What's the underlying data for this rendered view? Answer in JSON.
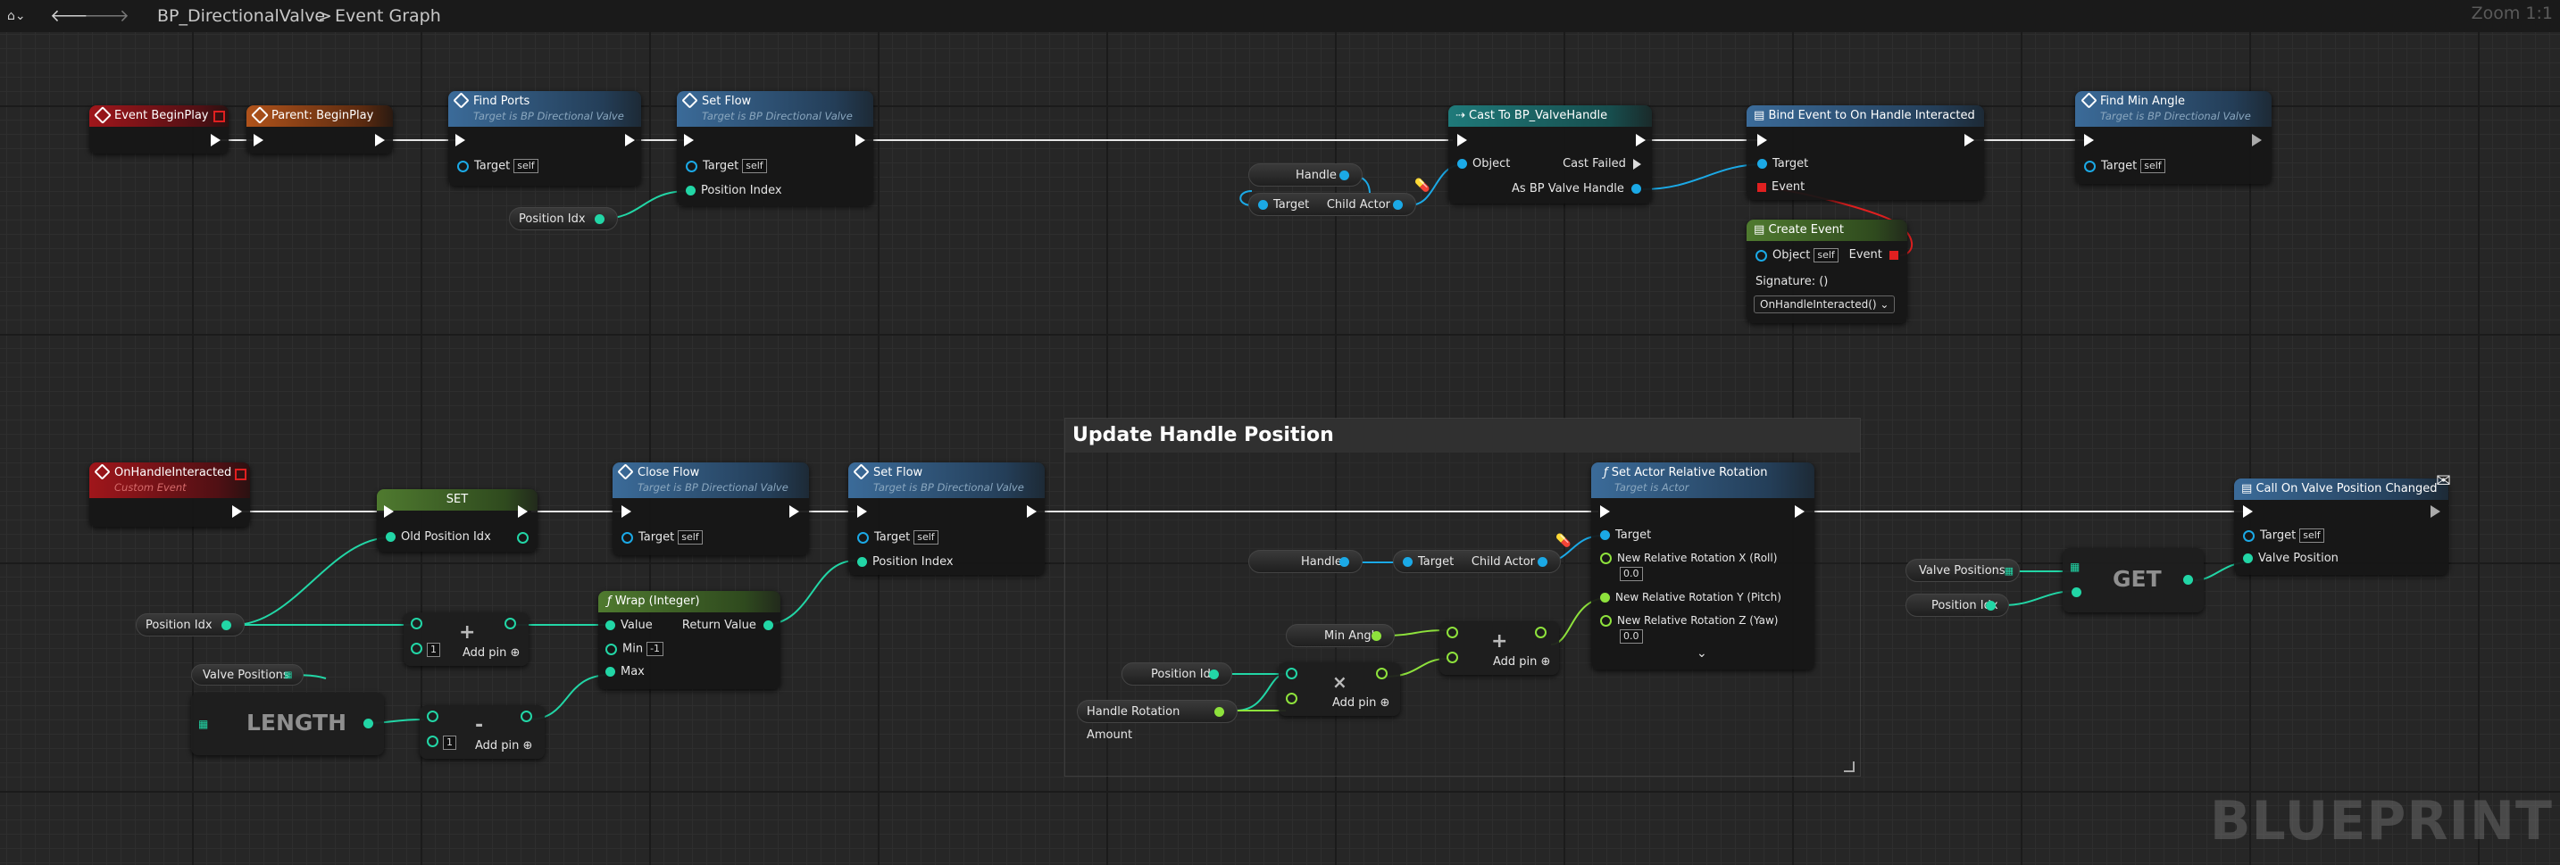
{
  "toolbar": {
    "graph_name": "BP_DirectionalValve",
    "separator": ">",
    "graph_tab": "Event Graph",
    "zoom": "Zoom 1:1"
  },
  "watermark": "BLUEPRINT",
  "comment": {
    "title": "Update Handle Position"
  },
  "nodes": {
    "begin_play": {
      "title": "Event BeginPlay"
    },
    "parent_begin_play": {
      "title": "Parent: BeginPlay"
    },
    "find_ports": {
      "title": "Find Ports",
      "subtitle": "Target is BP Directional Valve",
      "target": "Target",
      "self": "self"
    },
    "set_flow_1": {
      "title": "Set Flow",
      "subtitle": "Target is BP Directional Valve",
      "target": "Target",
      "self": "self",
      "position_index": "Position Index"
    },
    "position_idx_var_1": {
      "label": "Position Idx"
    },
    "handle_var_1": {
      "label": "Handle"
    },
    "child_actor_1": {
      "target": "Target",
      "child_actor": "Child Actor"
    },
    "cast": {
      "title": "Cast To BP_ValveHandle",
      "object": "Object",
      "cast_failed": "Cast Failed",
      "as_handle": "As BP Valve Handle"
    },
    "bind_event": {
      "title": "Bind Event to On Handle Interacted",
      "target": "Target",
      "event": "Event"
    },
    "create_event": {
      "title": "Create Event",
      "object": "Object",
      "self": "self",
      "event": "Event",
      "signature": "Signature: ()",
      "dropdown": "OnHandleInteracted()"
    },
    "find_min_angle": {
      "title": "Find Min Angle",
      "subtitle": "Target is BP Directional Valve",
      "target": "Target",
      "self": "self"
    },
    "on_handle": {
      "title": "OnHandleInteracted",
      "subtitle": "Custom Event"
    },
    "set_node": {
      "title": "SET",
      "old_position": "Old Position Idx"
    },
    "close_flow": {
      "title": "Close Flow",
      "subtitle": "Target is BP Directional Valve",
      "target": "Target",
      "self": "self"
    },
    "set_flow_2": {
      "title": "Set Flow",
      "subtitle": "Target is BP Directional Valve",
      "target": "Target",
      "self": "self",
      "position_index": "Position Index"
    },
    "position_idx_var_2": {
      "label": "Position Idx"
    },
    "add_node_1": {
      "op": "+",
      "one": "1",
      "add_pin": "Add pin"
    },
    "wrap": {
      "title": "Wrap (Integer)",
      "value": "Value",
      "min": "Min",
      "min_val": "-1",
      "max": "Max",
      "return": "Return Value"
    },
    "valve_positions_var_1": {
      "label": "Valve Positions"
    },
    "length": {
      "label": "LENGTH"
    },
    "sub_node": {
      "op": "-",
      "one": "1",
      "add_pin": "Add pin"
    },
    "handle_var_2": {
      "label": "Handle"
    },
    "child_actor_2": {
      "target": "Target",
      "child_actor": "Child Actor"
    },
    "min_angle_var": {
      "label": "Min Angle"
    },
    "position_idx_var_3": {
      "label": "Position Idx"
    },
    "handle_rot_var": {
      "label": "Handle Rotation Amount"
    },
    "mul_node": {
      "op": "×",
      "add_pin": "Add pin"
    },
    "add_node_2": {
      "op": "+",
      "add_pin": "Add pin"
    },
    "set_rel_rot": {
      "title": "Set Actor Relative Rotation",
      "subtitle": "Target is Actor",
      "target": "Target",
      "roll": "New Relative Rotation X (Roll)",
      "pitch": "New Relative Rotation Y (Pitch)",
      "yaw": "New Relative Rotation Z (Yaw)",
      "roll_val": "0.0",
      "yaw_val": "0.0"
    },
    "valve_positions_var_2": {
      "label": "Valve Positions"
    },
    "position_idx_var_4": {
      "label": "Position Idx"
    },
    "get": {
      "label": "GET"
    },
    "call_valve": {
      "title": "Call On Valve Position Changed",
      "target": "Target",
      "self": "self",
      "valve_position": "Valve Position"
    }
  },
  "colors": {
    "exec": "#ffffff",
    "integer": "#22d6a6",
    "object": "#1ba9e6",
    "float": "#8ee23c",
    "delegate": "#e02020"
  }
}
